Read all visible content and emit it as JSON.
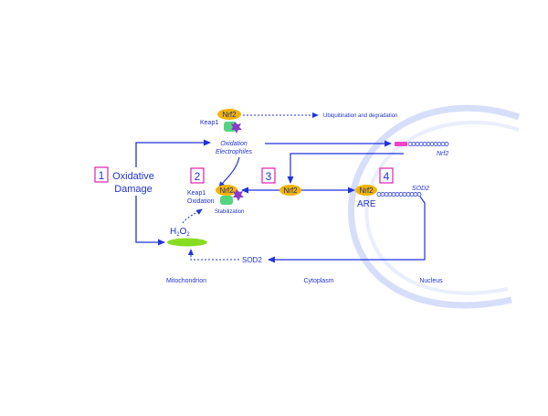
{
  "colors": {
    "arrow_blue": "#2233dd",
    "text_blue": "#2233cc",
    "nrf2_fill": "#f2b400",
    "box_border": "#e020b0",
    "keap1_green": "#55d480",
    "keap1_purple": "#8a3cc8",
    "mitochondrion_green": "#88dd22",
    "nuclear_arc": "#cfd8f6",
    "mrna_pink": "#ee44cc"
  },
  "steps": {
    "s1": "1",
    "s2": "2",
    "s3": "3",
    "s4": "4"
  },
  "labels": {
    "oxidative": "Oxidative",
    "damage": "Damage",
    "nrf2_top": "Nrf2",
    "keap1_top": "Keap1",
    "ubiquitination": "Ubiquitination and degradation",
    "oxidation": "Oxidation",
    "electrophiles": "Electrophiles",
    "nrf2_mrna": "Nrf2",
    "nrf2_stab": "Nrf2",
    "keap1_oxidation_1": "Keap1",
    "keap1_oxidation_2": "Oxidation",
    "stabilization": "Stabilization",
    "nrf2_mid": "Nrf2",
    "nrf2_nuc": "Nrf2",
    "are": "ARE",
    "sod2_gene": "SOD2",
    "h2o2_h": "H",
    "h2o2_2a": "2",
    "h2o2_o": "O",
    "h2o2_2b": "2",
    "sod2_protein": "SOD2",
    "mitochondrion": "Mitochondrion",
    "cytoplasm": "Cytoplasm",
    "nucleus": "Nucleus"
  }
}
